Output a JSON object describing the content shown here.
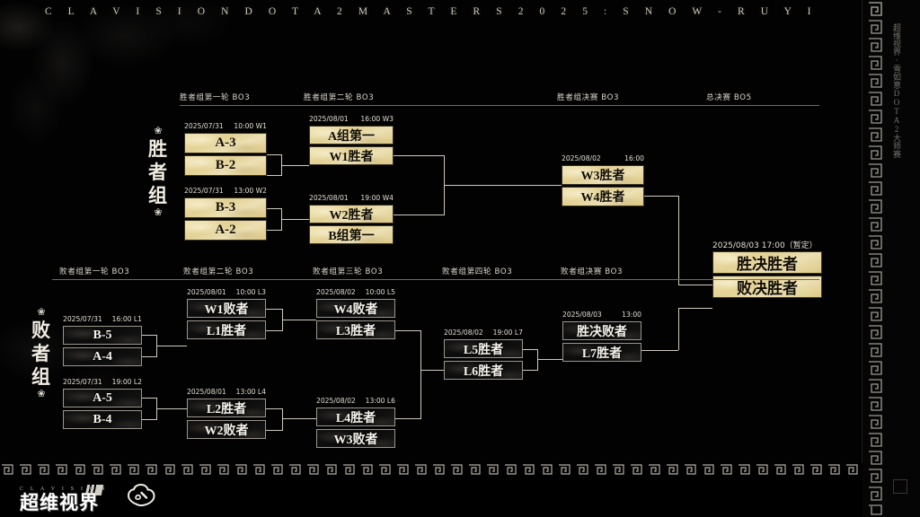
{
  "title": "C L A V I S I O N   D O T A 2   M A S T E R S   2 0 2 5 :   S N O W - R U Y I",
  "right_strip": {
    "vertical_text": "超维视界·雪如意DOTA2大师赛"
  },
  "footer": {
    "brand_en": "C L A V I S I O N",
    "brand_cn": "超维视界",
    "cloud_logo_name": "cloud-emblem"
  },
  "groups": {
    "upper": {
      "label_chars": [
        "胜",
        "者",
        "组"
      ],
      "ornament": "❀"
    },
    "lower": {
      "label_chars": [
        "败",
        "者",
        "组"
      ],
      "ornament": "❀"
    }
  },
  "upper_rounds": [
    {
      "label": "胜者组第一轮  BO3"
    },
    {
      "label": "胜者组第二轮  BO3"
    },
    {
      "label": "胜者组决赛  BO3"
    },
    {
      "label": "总决赛  BO5"
    }
  ],
  "lower_rounds": [
    {
      "label": "败者组第一轮  BO3"
    },
    {
      "label": "败者组第二轮  BO3"
    },
    {
      "label": "败者组第三轮  BO3"
    },
    {
      "label": "败者组第四轮  BO3"
    },
    {
      "label": "败者组决赛  BO3"
    }
  ],
  "matches": {
    "w1": {
      "date": "2025/07/31",
      "time": "10:00 W1",
      "top": "A-3",
      "bottom": "B-2"
    },
    "w2": {
      "date": "2025/07/31",
      "time": "13:00 W2",
      "top": "B-3",
      "bottom": "A-2"
    },
    "w3": {
      "date": "2025/08/01",
      "time": "16:00 W3",
      "top": "A组第一",
      "bottom": "W1胜者"
    },
    "w4": {
      "date": "2025/08/01",
      "time": "19:00 W4",
      "top": "W2胜者",
      "bottom": "B组第一"
    },
    "wf": {
      "date": "2025/08/02",
      "time": "16:00",
      "top": "W3胜者",
      "bottom": "W4胜者"
    },
    "gf": {
      "date": "2025/08/03 17:00（暂定）",
      "time": "",
      "top": "胜决胜者",
      "bottom": "败决胜者"
    },
    "l1": {
      "date": "2025/07/31",
      "time": "16:00 L1",
      "top": "B-5",
      "bottom": "A-4"
    },
    "l2": {
      "date": "2025/07/31",
      "time": "19:00 L2",
      "top": "A-5",
      "bottom": "B-4"
    },
    "l3": {
      "date": "2025/08/01",
      "time": "10:00 L3",
      "top": "W1败者",
      "bottom": "L1胜者"
    },
    "l4": {
      "date": "2025/08/01",
      "time": "13:00 L4",
      "top": "L2胜者",
      "bottom": "W2败者"
    },
    "l5": {
      "date": "2025/08/02",
      "time": "10:00 L5",
      "top": "W4败者",
      "bottom": "L3胜者"
    },
    "l6": {
      "date": "2025/08/02",
      "time": "13:00 L6",
      "top": "L4胜者",
      "bottom": "W3败者"
    },
    "l7": {
      "date": "2025/08/02",
      "time": "19:00 L7",
      "top": "L5胜者",
      "bottom": "L6胜者"
    },
    "lf": {
      "date": "2025/08/03",
      "time": "13:00",
      "top": "胜决败者",
      "bottom": "L7胜者"
    }
  },
  "colors": {
    "gold": "#e3d194",
    "dark": "#101010",
    "line": "#cfcabf",
    "text_light": "#e2ddd2"
  }
}
